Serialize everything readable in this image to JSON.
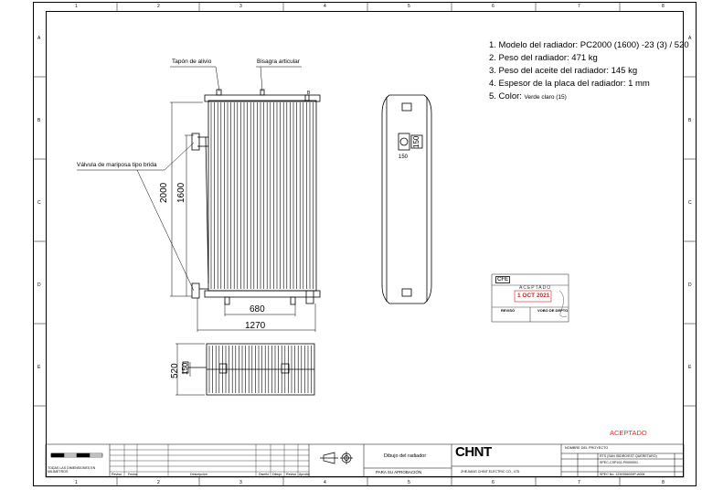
{
  "frame": {
    "cols_top": [
      "1",
      "2",
      "3",
      "4",
      "5",
      "6",
      "7",
      "8"
    ],
    "rows_left": [
      "A",
      "B",
      "C",
      "D",
      "E"
    ]
  },
  "specs": {
    "s1": "1. Modelo del radiador: PC2000 (1600) -23 (3) / 520",
    "s2": "2. Peso del radiador: 471 kg",
    "s3": "3. Peso del aceite del radiador: 145 kg",
    "s4": "4. Espesor de la placa del radiador: 1 mm",
    "s5_label": "5. Color:",
    "s5_value": "Verde claro (15)"
  },
  "labels": {
    "vent_plug": "Tapón de alivio",
    "hinge": "Bisagra articular",
    "valve": "Válvula de mariposa tipo brida",
    "marker_b": "B"
  },
  "dims": {
    "h2000": "2000",
    "h1600": "1600",
    "w680": "680",
    "w1270": "1270",
    "d520": "520",
    "d150a": "150",
    "s150": "150",
    "s150b": "150"
  },
  "stamp": {
    "logo": "CFE",
    "status": "ACEPTADO",
    "date": "1 OCT 2021",
    "reviewed": "REVISÓ",
    "vobo": "VOBO DE DEPTO."
  },
  "accepted": "ACEPTADO",
  "titleblock": {
    "drawing_title": "Dibujo del radiador",
    "for_approval": "PARA SU APROBACIÓN",
    "brand": "CHNT",
    "company": "ZHEJIANG CHINT ELECTRIC CO., LTD",
    "project_label": "NOMBRE DEL PROYECTO",
    "project": "RTS (SAN ISIDRO/EST QUERETARO)",
    "code1": "SPEC-CSP102-P0000001",
    "code2": "SPEC No. 1230356000P-A006",
    "col_labels": [
      "Revisó",
      "Fecha",
      "Descripción",
      "Diseñó",
      "Dibujó",
      "Revisó",
      "Aprobó"
    ],
    "note": "TODAS LAS DIMENSIONES EN MILÍMETROS"
  }
}
